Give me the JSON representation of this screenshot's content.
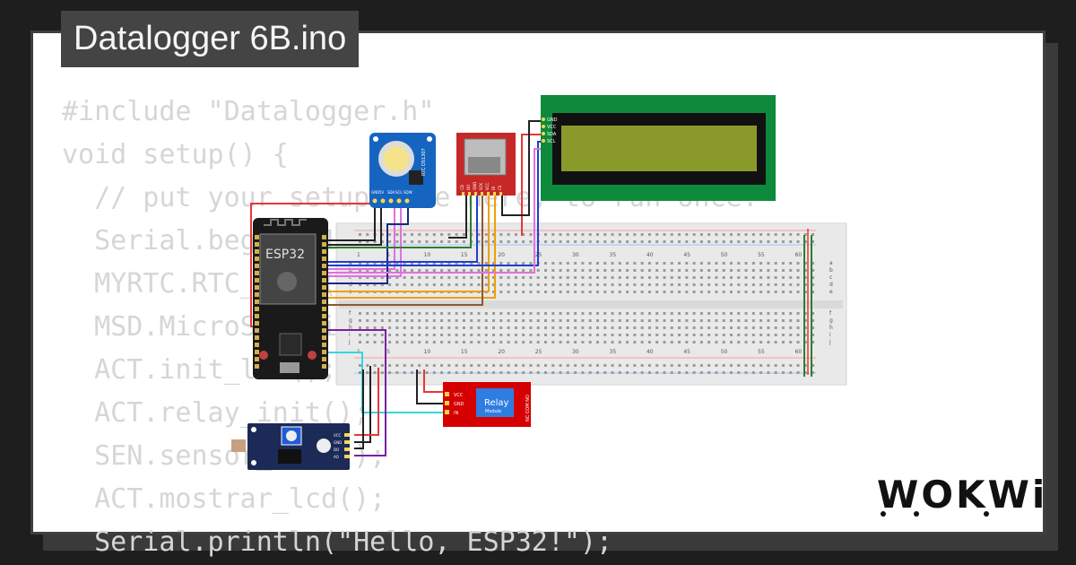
{
  "title": "Datalogger 6B.ino",
  "code_lines": [
    "#include \"Datalogger.h\"",
    "void setup() {",
    "  // put your setup code here, to run once:",
    "  Serial.begin(115200);",
    "  MYRTC.RTC_init();",
    "  MSD.MicroSD_init();",
    "  ACT.init_led();",
    "  ACT.relay_init();",
    "  SEN.sensor_init();",
    "  ACT.mostrar_lcd();",
    "  Serial.println(\"Hello, ESP32!\");"
  ],
  "logo": "WOKWi",
  "components": {
    "esp32_label": "ESP32",
    "rtc_label": "RTC DS1307",
    "rtc_pins": [
      "GND",
      "5V",
      "SDA",
      "SCL",
      "SQW"
    ],
    "sd_pins": [
      "CD",
      "DO",
      "GND",
      "SCK",
      "VCC",
      "DI",
      "CS"
    ],
    "lcd_pins": [
      "GND",
      "VCC",
      "SDA",
      "SCL"
    ],
    "relay_title": "Relay",
    "relay_sub": "Module",
    "relay_pins": [
      "VCC",
      "GND",
      "IN"
    ],
    "relay_side": "NC COM NO",
    "ldr_pins": [
      "VCC",
      "GND",
      "DO",
      "AO"
    ],
    "breadboard_numbers": [
      "1",
      "5",
      "10",
      "15",
      "20",
      "25",
      "30",
      "35",
      "40",
      "45",
      "50",
      "55",
      "60"
    ],
    "breadboard_rows_top": [
      "a",
      "b",
      "c",
      "d",
      "e"
    ],
    "breadboard_rows_bottom": [
      "f",
      "g",
      "h",
      "i",
      "j"
    ]
  },
  "colors": {
    "background": "#1e1e1e",
    "card": "#ffffff",
    "code_text": "#d6d6d6",
    "title_bg": "#444444",
    "esp32_board": "#1a1a1a",
    "rtc_board": "#1565c0",
    "sd_board": "#c62828",
    "lcd_board": "#0e8a3c",
    "lcd_screen": "#8a9a2a",
    "relay_board": "#d50000",
    "ldr_board": "#1b2a56",
    "breadboard": "#e8e8e8",
    "wire_red": "#e53935",
    "wire_black": "#222222",
    "wire_green": "#2e7d32",
    "wire_blue": "#1e3fd0",
    "wire_pink": "#e070e0",
    "wire_orange": "#f0a000",
    "wire_brown": "#8b5a2b",
    "wire_purple": "#7b1fa2",
    "wire_cyan": "#33d6e0",
    "wire_gray": "#9e9e9e"
  }
}
